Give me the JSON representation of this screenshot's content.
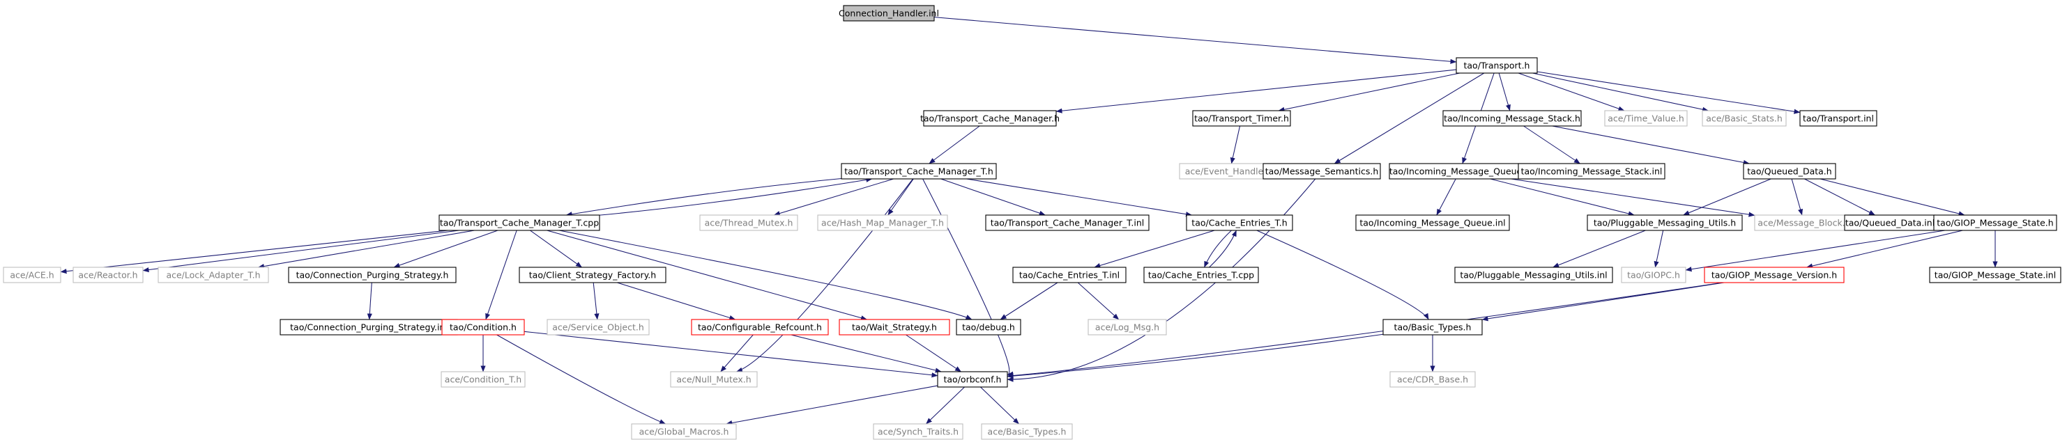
{
  "graph": {
    "colors": {
      "edge": "#191970",
      "box_border": "#000000",
      "root_fill": "#bfbfbf",
      "missing_border": "#bfbfbf",
      "missing_text": "#7f7f7f",
      "truncated_border": "#ff0000",
      "text": "#000000"
    },
    "nodes": [
      {
        "id": "root",
        "label": "Connection_Handler.inl",
        "kind": "root"
      },
      {
        "id": "transport_h",
        "label": "tao/Transport.h",
        "kind": "normal"
      },
      {
        "id": "tcm_h",
        "label": "tao/Transport_Cache_Manager.h",
        "kind": "normal"
      },
      {
        "id": "timer_h",
        "label": "tao/Transport_Timer.h",
        "kind": "normal"
      },
      {
        "id": "ims_h",
        "label": "tao/Incoming_Message_Stack.h",
        "kind": "normal"
      },
      {
        "id": "time_value",
        "label": "ace/Time_Value.h",
        "kind": "missing"
      },
      {
        "id": "basic_stats",
        "label": "ace/Basic_Stats.h",
        "kind": "missing"
      },
      {
        "id": "transport_inl",
        "label": "tao/Transport.inl",
        "kind": "normal"
      },
      {
        "id": "tcmt_h",
        "label": "tao/Transport_Cache_Manager_T.h",
        "kind": "normal"
      },
      {
        "id": "event_handler",
        "label": "ace/Event_Handler.h",
        "kind": "missing"
      },
      {
        "id": "msg_sem",
        "label": "tao/Message_Semantics.h",
        "kind": "normal"
      },
      {
        "id": "imq_h",
        "label": "tao/Incoming_Message_Queue.h",
        "kind": "normal"
      },
      {
        "id": "ims_inl",
        "label": "tao/Incoming_Message_Stack.inl",
        "kind": "normal"
      },
      {
        "id": "queued_h",
        "label": "tao/Queued_Data.h",
        "kind": "normal"
      },
      {
        "id": "tcmt_cpp",
        "label": "tao/Transport_Cache_Manager_T.cpp",
        "kind": "normal"
      },
      {
        "id": "thread_mutex",
        "label": "ace/Thread_Mutex.h",
        "kind": "missing"
      },
      {
        "id": "hash_map",
        "label": "ace/Hash_Map_Manager_T.h",
        "kind": "missing"
      },
      {
        "id": "tcmt_inl",
        "label": "tao/Transport_Cache_Manager_T.inl",
        "kind": "normal"
      },
      {
        "id": "cache_h",
        "label": "tao/Cache_Entries_T.h",
        "kind": "normal"
      },
      {
        "id": "imq_inl",
        "label": "tao/Incoming_Message_Queue.inl",
        "kind": "normal"
      },
      {
        "id": "pmu_h",
        "label": "tao/Pluggable_Messaging_Utils.h",
        "kind": "normal"
      },
      {
        "id": "msg_block",
        "label": "ace/Message_Block.h",
        "kind": "missing"
      },
      {
        "id": "queued_inl",
        "label": "tao/Queued_Data.inl",
        "kind": "normal"
      },
      {
        "id": "giop_state_h",
        "label": "tao/GIOP_Message_State.h",
        "kind": "normal"
      },
      {
        "id": "ace_h",
        "label": "ace/ACE.h",
        "kind": "missing"
      },
      {
        "id": "reactor",
        "label": "ace/Reactor.h",
        "kind": "missing"
      },
      {
        "id": "lock_adapter",
        "label": "ace/Lock_Adapter_T.h",
        "kind": "missing"
      },
      {
        "id": "cps_h",
        "label": "tao/Connection_Purging_Strategy.h",
        "kind": "normal"
      },
      {
        "id": "csf_h",
        "label": "tao/Client_Strategy_Factory.h",
        "kind": "normal"
      },
      {
        "id": "cache_inl",
        "label": "tao/Cache_Entries_T.inl",
        "kind": "normal"
      },
      {
        "id": "cache_cpp",
        "label": "tao/Cache_Entries_T.cpp",
        "kind": "normal"
      },
      {
        "id": "pmu_inl",
        "label": "tao/Pluggable_Messaging_Utils.inl",
        "kind": "normal"
      },
      {
        "id": "giopc_h",
        "label": "tao/GIOPC.h",
        "kind": "missing"
      },
      {
        "id": "giop_ver_h",
        "label": "tao/GIOP_Message_Version.h",
        "kind": "truncated"
      },
      {
        "id": "giop_state_inl",
        "label": "tao/GIOP_Message_State.inl",
        "kind": "normal"
      },
      {
        "id": "cps_inl",
        "label": "tao/Connection_Purging_Strategy.inl",
        "kind": "normal"
      },
      {
        "id": "condition_h",
        "label": "tao/Condition.h",
        "kind": "truncated"
      },
      {
        "id": "service_obj",
        "label": "ace/Service_Object.h",
        "kind": "missing"
      },
      {
        "id": "conf_refcount",
        "label": "tao/Configurable_Refcount.h",
        "kind": "truncated"
      },
      {
        "id": "wait_strategy",
        "label": "tao/Wait_Strategy.h",
        "kind": "truncated"
      },
      {
        "id": "debug_h",
        "label": "tao/debug.h",
        "kind": "normal"
      },
      {
        "id": "log_msg",
        "label": "ace/Log_Msg.h",
        "kind": "missing"
      },
      {
        "id": "basic_types_tao",
        "label": "tao/Basic_Types.h",
        "kind": "normal"
      },
      {
        "id": "condition_t",
        "label": "ace/Condition_T.h",
        "kind": "missing"
      },
      {
        "id": "null_mutex",
        "label": "ace/Null_Mutex.h",
        "kind": "missing"
      },
      {
        "id": "orbconf",
        "label": "tao/orbconf.h",
        "kind": "normal"
      },
      {
        "id": "cdr_base",
        "label": "ace/CDR_Base.h",
        "kind": "missing"
      },
      {
        "id": "global_macros",
        "label": "ace/Global_Macros.h",
        "kind": "missing"
      },
      {
        "id": "synch_traits",
        "label": "ace/Synch_Traits.h",
        "kind": "missing"
      },
      {
        "id": "basic_types_ace",
        "label": "ace/Basic_Types.h",
        "kind": "missing"
      }
    ],
    "edges": [
      [
        "root",
        "transport_h"
      ],
      [
        "transport_h",
        "tcm_h"
      ],
      [
        "transport_h",
        "timer_h"
      ],
      [
        "transport_h",
        "ims_h"
      ],
      [
        "transport_h",
        "time_value"
      ],
      [
        "transport_h",
        "basic_stats"
      ],
      [
        "transport_h",
        "transport_inl"
      ],
      [
        "transport_h",
        "msg_sem"
      ],
      [
        "transport_h",
        "imq_h"
      ],
      [
        "tcm_h",
        "tcmt_h"
      ],
      [
        "timer_h",
        "event_handler"
      ],
      [
        "ims_h",
        "ims_inl"
      ],
      [
        "ims_h",
        "queued_h"
      ],
      [
        "tcmt_h",
        "tcmt_cpp"
      ],
      [
        "tcmt_cpp",
        "tcmt_h"
      ],
      [
        "tcmt_h",
        "thread_mutex"
      ],
      [
        "tcmt_h",
        "hash_map"
      ],
      [
        "tcmt_h",
        "tcmt_inl"
      ],
      [
        "tcmt_h",
        "cache_h"
      ],
      [
        "tcmt_h",
        "null_mutex"
      ],
      [
        "tcmt_h",
        "orbconf"
      ],
      [
        "msg_sem",
        "orbconf"
      ],
      [
        "imq_h",
        "imq_inl"
      ],
      [
        "imq_h",
        "pmu_h"
      ],
      [
        "imq_h",
        "msg_block"
      ],
      [
        "queued_h",
        "pmu_h"
      ],
      [
        "queued_h",
        "msg_block"
      ],
      [
        "queued_h",
        "queued_inl"
      ],
      [
        "queued_h",
        "giop_state_h"
      ],
      [
        "tcmt_cpp",
        "ace_h"
      ],
      [
        "tcmt_cpp",
        "reactor"
      ],
      [
        "tcmt_cpp",
        "lock_adapter"
      ],
      [
        "tcmt_cpp",
        "cps_h"
      ],
      [
        "tcmt_cpp",
        "csf_h"
      ],
      [
        "tcmt_cpp",
        "condition_h"
      ],
      [
        "tcmt_cpp",
        "wait_strategy"
      ],
      [
        "tcmt_cpp",
        "debug_h"
      ],
      [
        "cache_h",
        "cache_inl"
      ],
      [
        "cache_h",
        "cache_cpp"
      ],
      [
        "cache_cpp",
        "cache_h"
      ],
      [
        "cache_h",
        "basic_types_tao"
      ],
      [
        "pmu_h",
        "pmu_inl"
      ],
      [
        "pmu_h",
        "giopc_h"
      ],
      [
        "giop_state_h",
        "giopc_h"
      ],
      [
        "giop_state_h",
        "giop_ver_h"
      ],
      [
        "giop_state_h",
        "giop_state_inl"
      ],
      [
        "cps_h",
        "cps_inl"
      ],
      [
        "csf_h",
        "service_obj"
      ],
      [
        "csf_h",
        "conf_refcount"
      ],
      [
        "cache_inl",
        "debug_h"
      ],
      [
        "cache_inl",
        "log_msg"
      ],
      [
        "giop_ver_h",
        "basic_types_tao"
      ],
      [
        "giop_ver_h",
        "orbconf"
      ],
      [
        "condition_h",
        "condition_t"
      ],
      [
        "condition_h",
        "global_macros"
      ],
      [
        "condition_h",
        "orbconf"
      ],
      [
        "conf_refcount",
        "null_mutex"
      ],
      [
        "conf_refcount",
        "orbconf"
      ],
      [
        "wait_strategy",
        "orbconf"
      ],
      [
        "basic_types_tao",
        "cdr_base"
      ],
      [
        "basic_types_tao",
        "orbconf"
      ],
      [
        "orbconf",
        "global_macros"
      ],
      [
        "orbconf",
        "synch_traits"
      ],
      [
        "orbconf",
        "basic_types_ace"
      ]
    ]
  }
}
